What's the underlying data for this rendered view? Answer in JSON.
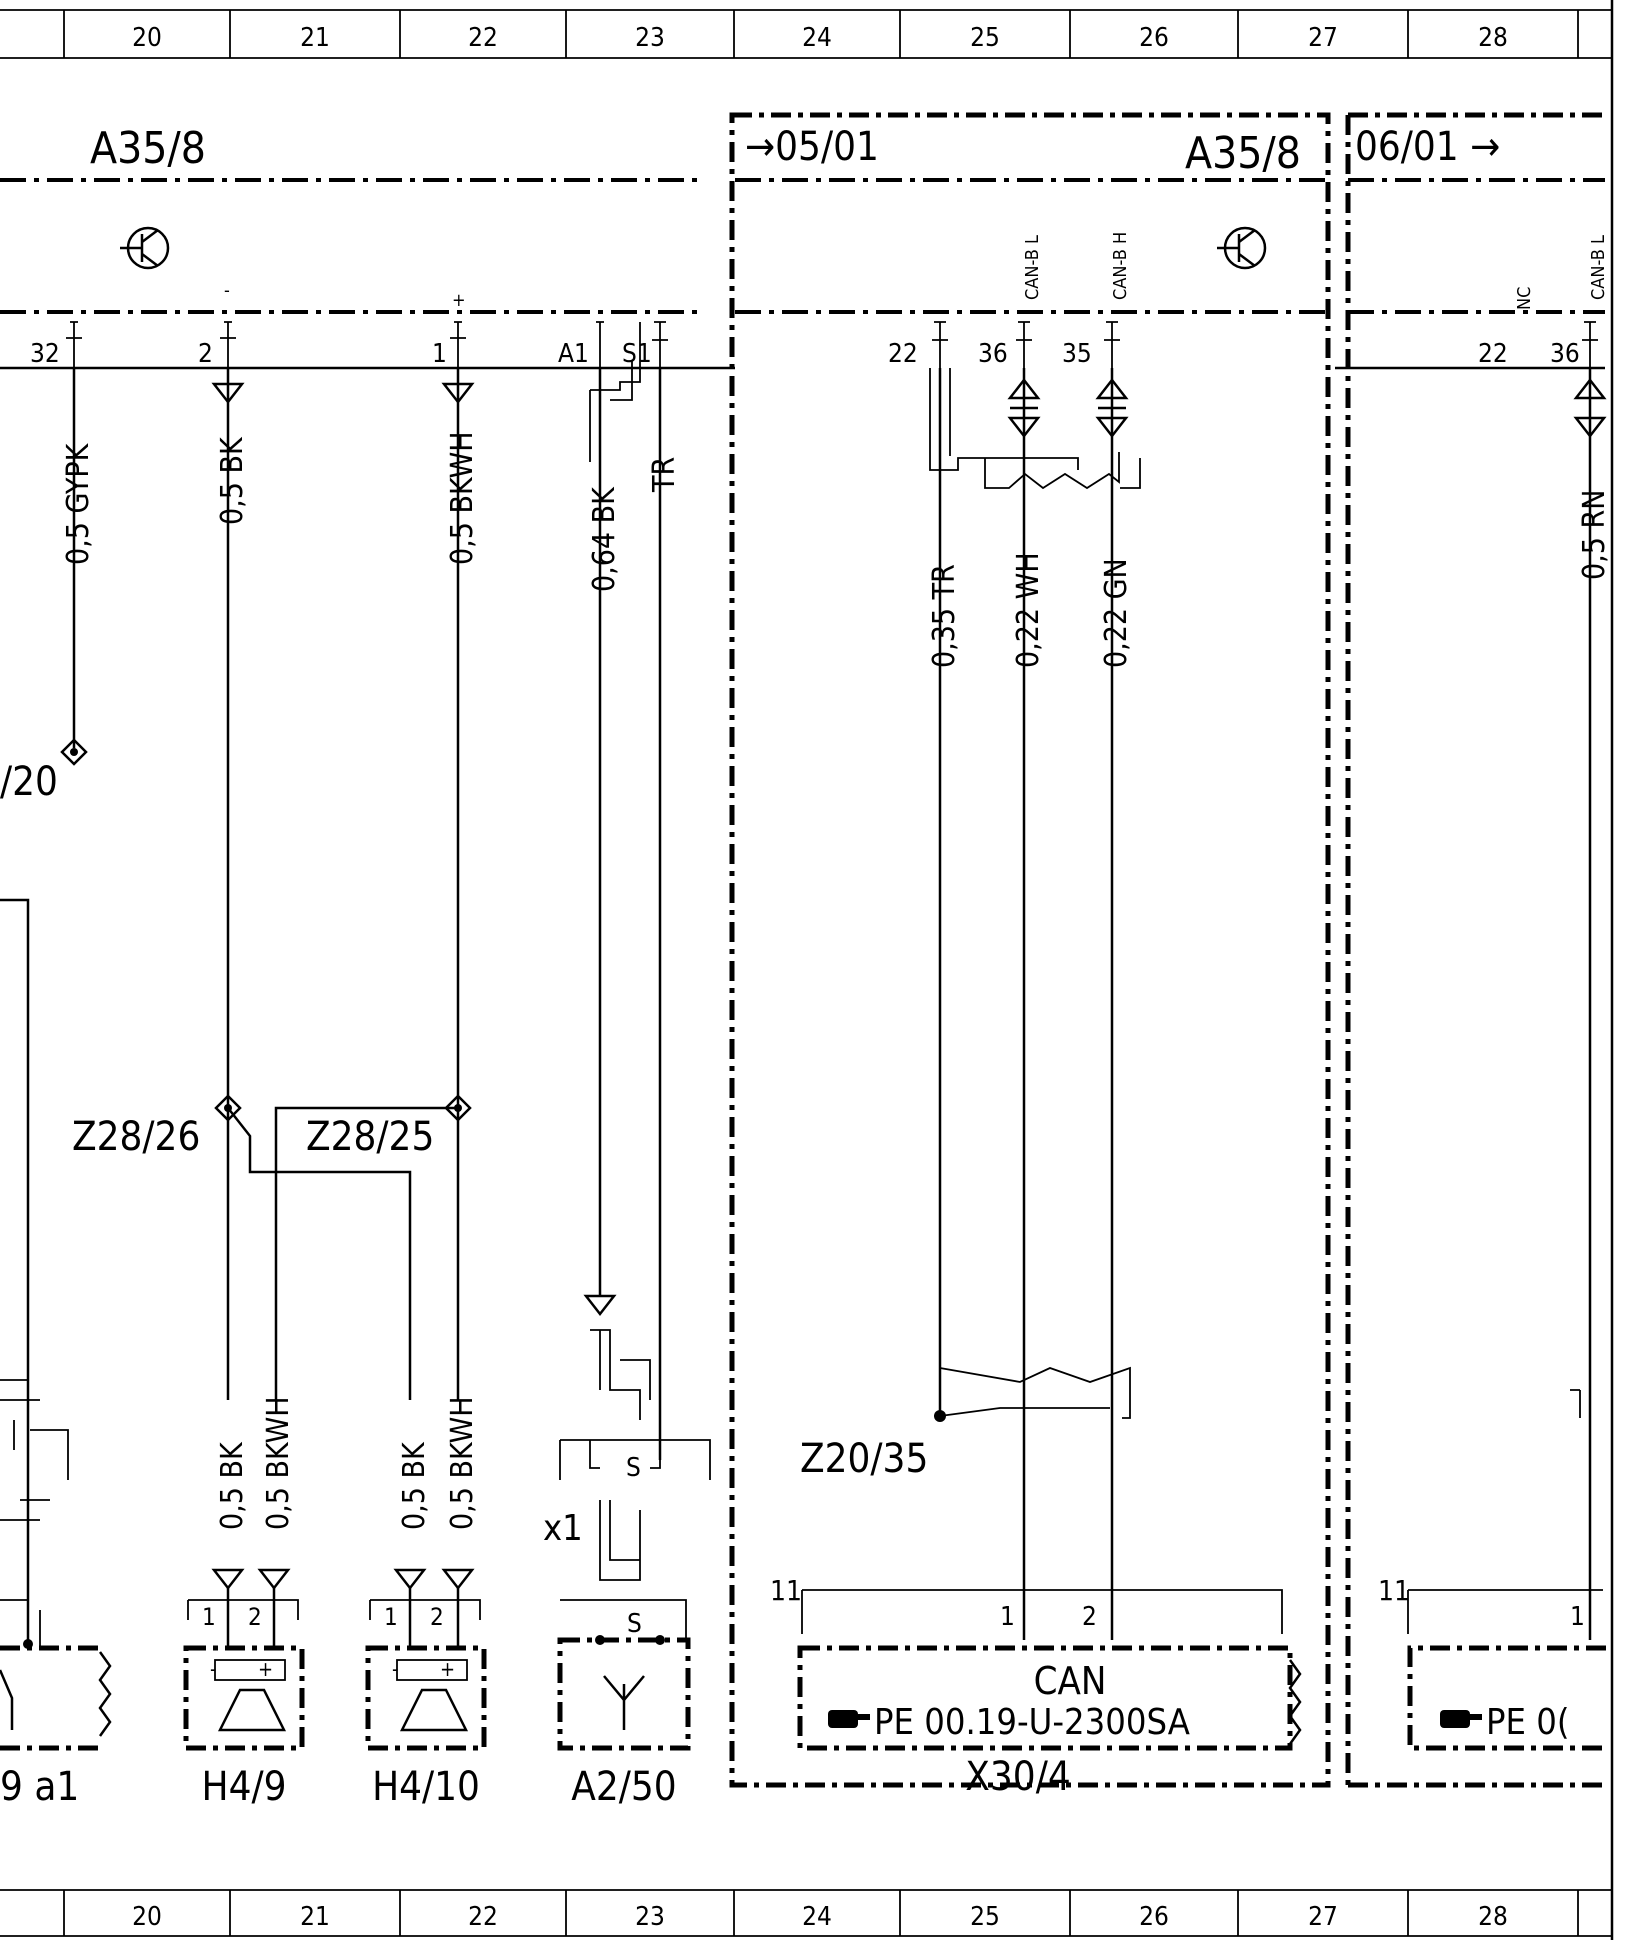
{
  "grid": {
    "columns": [
      "20",
      "21",
      "22",
      "23",
      "24",
      "25",
      "26",
      "27",
      "28"
    ]
  },
  "modules": {
    "left_title": "A35/8",
    "box1_ref": "→05/01",
    "box1_title": "A35/8",
    "box2_ref": "06/01 →"
  },
  "pins": {
    "p32": "32",
    "p2": "2",
    "p1": "1",
    "pA1": "A1",
    "pS1": "S1",
    "p22": "22",
    "p36": "36",
    "p35": "35",
    "pNC": "NC",
    "p22b": "22",
    "p36b": "36",
    "minus": "-",
    "plus": "+"
  },
  "bus_labels": {
    "can_bl": "CAN-B L",
    "can_bh": "CAN-B H",
    "can_b_right": "CAN-B L"
  },
  "wires": {
    "w_gypk": "0,5 GYPK",
    "w_bk": "0,5 BK",
    "w_bkwh": "0,5 BKWH",
    "w_064bk": "0,64 BK",
    "w_tr": "TR",
    "w_035tr": "0,35 TR",
    "w_022wh": "0,22 WH",
    "w_022gn": "0,22 GN",
    "w_05rn": "0,5 RN",
    "w_low_bk1": "0,5 BK",
    "w_low_bkwh1": "0,5 BKWH",
    "w_low_bk2": "0,5 BK",
    "w_low_bkwh2": "0,5 BKWH"
  },
  "splices": {
    "z20_partial": "/20",
    "z28_26": "Z28/26",
    "z28_25": "Z28/25",
    "z20_35": "Z20/35",
    "x1": "x1"
  },
  "components": {
    "h4_9": "H4/9",
    "h4_10": "H4/10",
    "a2_50": "A2/50",
    "x30_4": "X30/4",
    "left_partial": "9  a1",
    "can_label": "CAN",
    "can_ref": "PE 00.19-U-2300SA",
    "right_ref": "PE 0(",
    "conn_11": "11",
    "conn_11b": "11",
    "c1": "1",
    "c2": "2",
    "s": "S"
  }
}
